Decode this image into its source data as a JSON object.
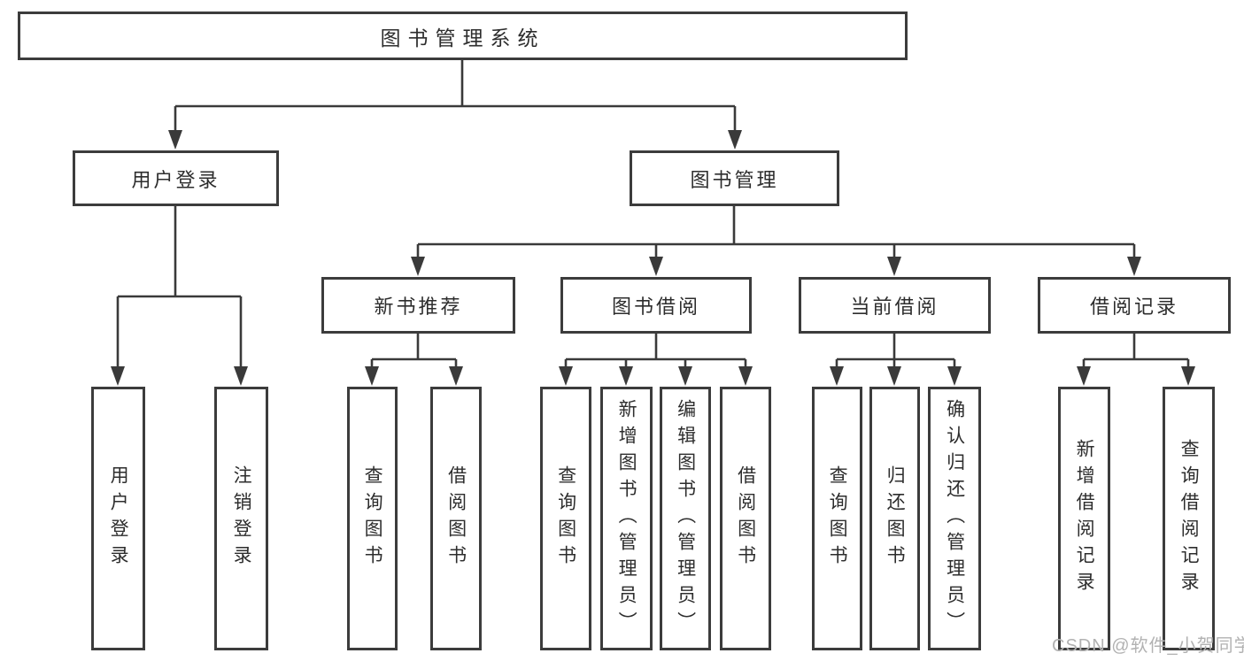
{
  "diagram": {
    "root": "图书管理系统",
    "branches": [
      {
        "label": "用户登录",
        "children": [
          "用户登录",
          "注销登录"
        ]
      },
      {
        "label": "图书管理",
        "sections": [
          {
            "label": "新书推荐",
            "children": [
              "查询图书",
              "借阅图书"
            ]
          },
          {
            "label": "图书借阅",
            "children": [
              "查询图书",
              "新增图书（管理员）",
              "编辑图书（管理员）",
              "借阅图书"
            ]
          },
          {
            "label": "当前借阅",
            "children": [
              "查询图书",
              "归还图书",
              "确认归还（管理员）"
            ]
          },
          {
            "label": "借阅记录",
            "children": [
              "新增借阅记录",
              "查询借阅记录"
            ]
          }
        ]
      }
    ]
  },
  "watermark": "CSDN @软件_小贺同学",
  "colors": {
    "line": "#3a3a3a",
    "border": "#3c3c3c",
    "text": "#2d2d2d",
    "watermark": "#b2b2b2",
    "background": "#ffffff"
  }
}
